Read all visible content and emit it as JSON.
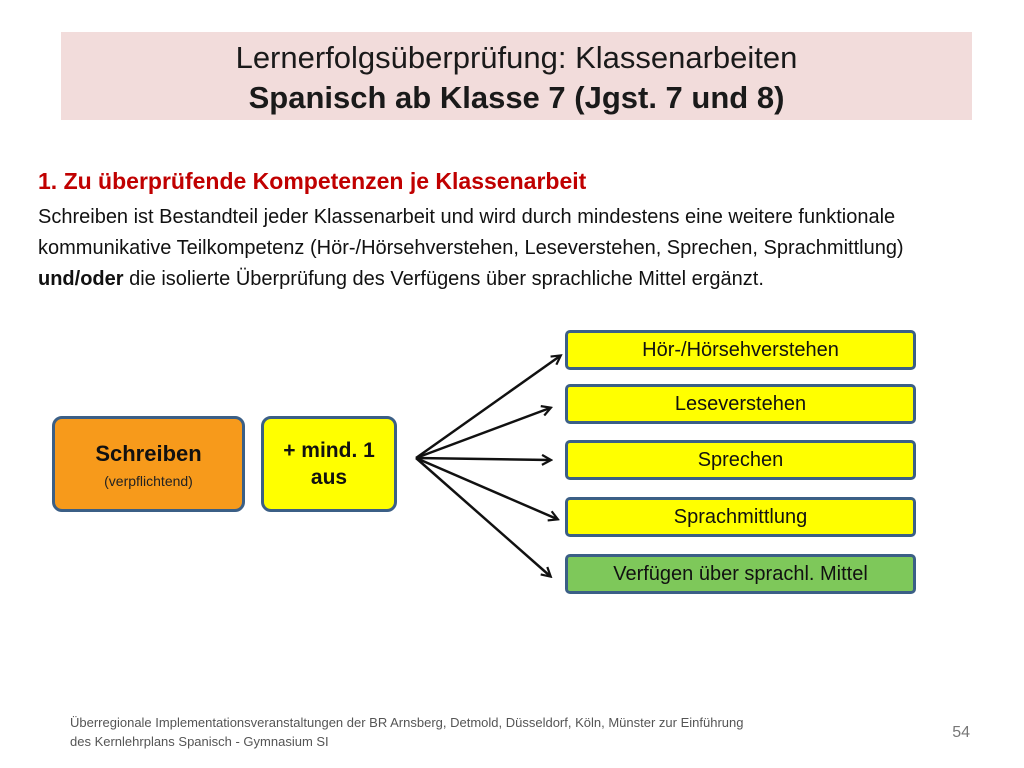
{
  "title": {
    "line1": "Lernerfolgsüberprüfung: Klassenarbeiten",
    "line2": "Spanisch ab Klasse 7 (Jgst. 7 und 8)"
  },
  "section": {
    "heading": "1. Zu überprüfende Kompetenzen je Klassenarbeit",
    "text_part1": "Schreiben ist Bestandteil jeder Klassenarbeit und wird durch mindestens eine weitere funktionale kommunikative Teilkompetenz (Hör-/Hörsehverstehen, Leseverstehen, Sprechen, Sprachmittlung) ",
    "text_bold": "und/oder",
    "text_part2": " die isolierte Überprüfung des Verfügens über sprachliche Mittel ergänzt."
  },
  "diagram": {
    "source": {
      "label": "Schreiben",
      "sublabel": "(verpflichtend)",
      "color": "#f79a1b"
    },
    "connector": {
      "line1": "+ mind. 1",
      "line2": "aus",
      "color": "#ffff00"
    },
    "targets": [
      {
        "label": "Hör-/Hörsehverstehen",
        "color": "#ffff00"
      },
      {
        "label": "Leseverstehen",
        "color": "#ffff00"
      },
      {
        "label": "Sprechen",
        "color": "#ffff00"
      },
      {
        "label": "Sprachmittlung",
        "color": "#ffff00"
      },
      {
        "label": "Verfügen über sprachl. Mittel",
        "color": "#7ec85a"
      }
    ]
  },
  "footer": {
    "line1": "Überregionale Implementationsveranstaltungen der BR Arnsberg, Detmold, Düsseldorf, Köln, Münster zur Einführung",
    "line2": "des Kernlehrplans Spanisch - Gymnasium SI",
    "page_number": "54"
  }
}
